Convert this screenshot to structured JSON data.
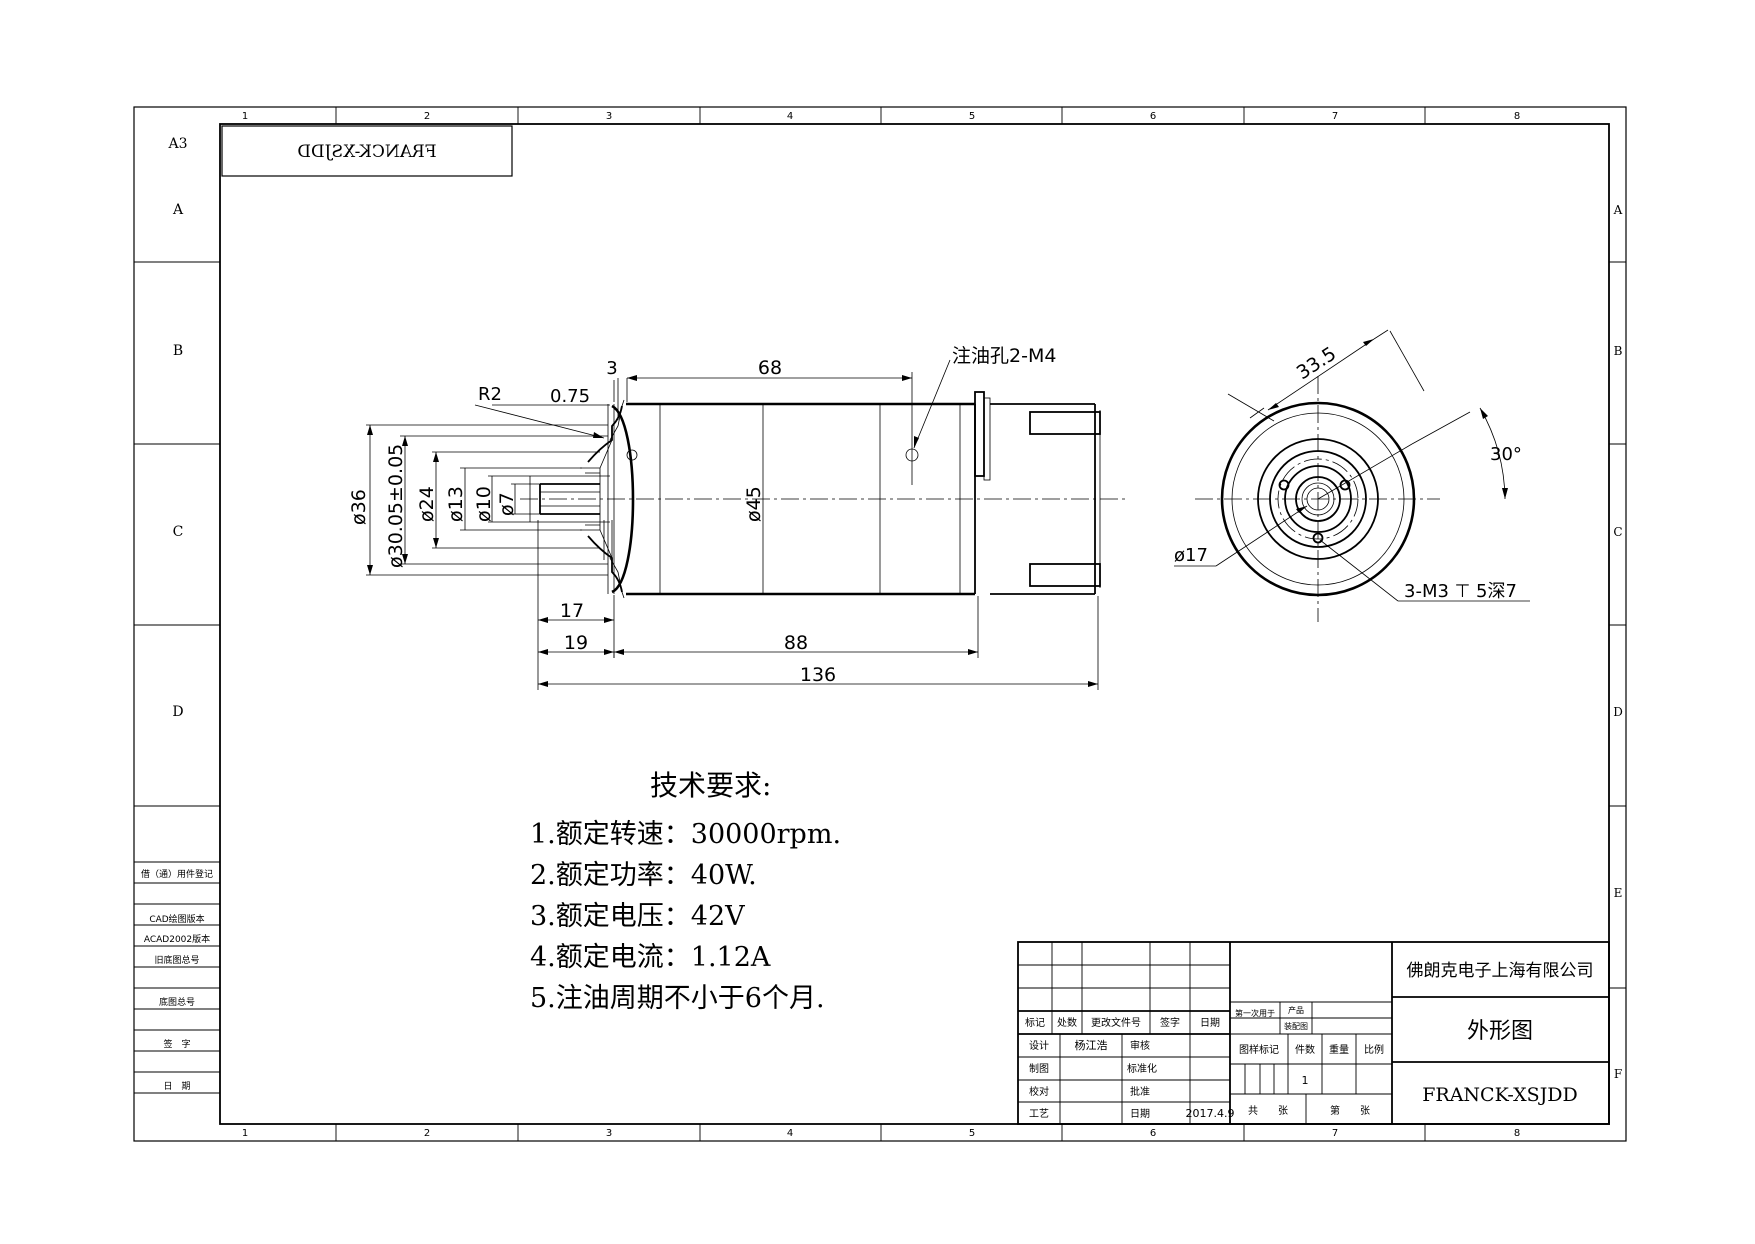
{
  "sheet": {
    "size": "A3",
    "col_numbers": [
      "1",
      "2",
      "3",
      "4",
      "5",
      "6",
      "7",
      "8"
    ],
    "row_letters": [
      "A",
      "B",
      "C",
      "D",
      "E",
      "F"
    ],
    "mirrored_code": "FRANCK-XSJDD"
  },
  "left_strip": {
    "labels": [
      "借（通）用件登记",
      "CAD绘图版本",
      "ACAD2002版本",
      "旧底图总号",
      "底图总号",
      "签　字",
      "日　期"
    ]
  },
  "drawing": {
    "side_view_dims": {
      "r2": "R2",
      "d075": "0.75",
      "d3": "3",
      "d68": "68",
      "oil_hole": "注油孔2-M4",
      "d36": "ø36",
      "d30": "ø30.05±0.05",
      "d24": "ø24",
      "d13": "ø13",
      "d10": "ø10",
      "d7": "ø7",
      "d45": "ø45",
      "d17": "17",
      "d19": "19",
      "d88": "88",
      "d136": "136"
    },
    "front_view_dims": {
      "d335": "33.5",
      "angle": "30°",
      "dia17": "ø17",
      "holes": "3-M3 ⊤ 5深7"
    }
  },
  "tech_requirements": {
    "title": "技术要求:",
    "items": [
      "1.额定转速：30000rpm.",
      "2.额定功率：40W.",
      "3.额定电压：42V",
      "4.额定电流：1.12A",
      "5.注油周期不小于6个月."
    ]
  },
  "title_block": {
    "company": "佛朗克电子上海有限公司",
    "drawing_name": "外形图",
    "drawing_code": "FRANCK-XSJDD",
    "headers": [
      "标记",
      "处数",
      "更改文件号",
      "签字",
      "日期"
    ],
    "row_design": "设计",
    "designer": "杨江浩",
    "review": "审核",
    "row_draw": "制图",
    "standard": "标准化",
    "row_check": "校对",
    "approve": "批准",
    "row_process": "工艺",
    "date_label": "日期",
    "date": "2017.4.9",
    "first_use": "第一次用于",
    "product": "产品",
    "assembly": "装配图",
    "sample_mark": "图样标记",
    "qty": "件数",
    "weight": "重量",
    "scale": "比例",
    "qty_value": "1",
    "total": "共　　张",
    "sheet_no": "第　　张"
  }
}
